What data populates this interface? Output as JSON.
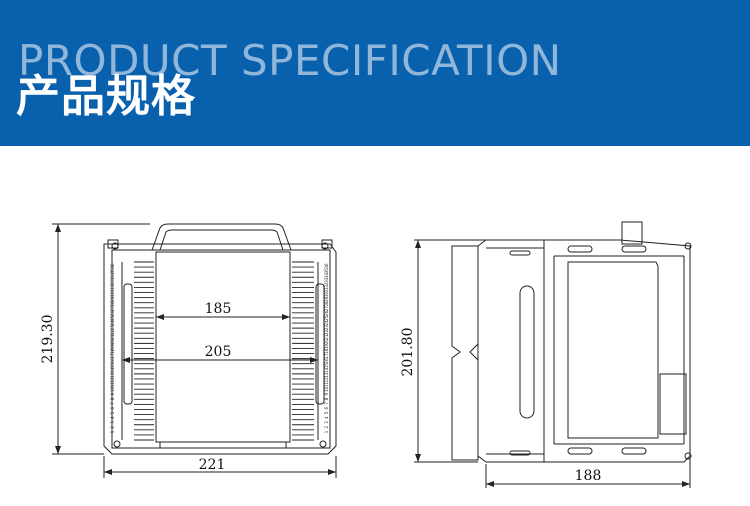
{
  "header": {
    "title_en": "PRODUCT SPECIFICATION",
    "title_cn": "产品规格",
    "background": "#0960ad"
  },
  "front_view": {
    "height_label": "219.30",
    "inner_width_label": "185",
    "middle_width_label": "205",
    "overall_width_label": "221",
    "scale_numbers": [
      "36",
      "35",
      "34",
      "33",
      "32",
      "31",
      "30",
      "29",
      "28",
      "27",
      "26",
      "25",
      "24",
      "23",
      "22",
      "21",
      "20",
      "19",
      "18",
      "17",
      "16",
      "15",
      "14",
      "13",
      "12",
      "11",
      "10",
      "9",
      "8",
      "7",
      "6",
      "5",
      "4",
      "3",
      "2",
      "1"
    ]
  },
  "side_view": {
    "height_label": "201.80",
    "width_label": "188"
  }
}
